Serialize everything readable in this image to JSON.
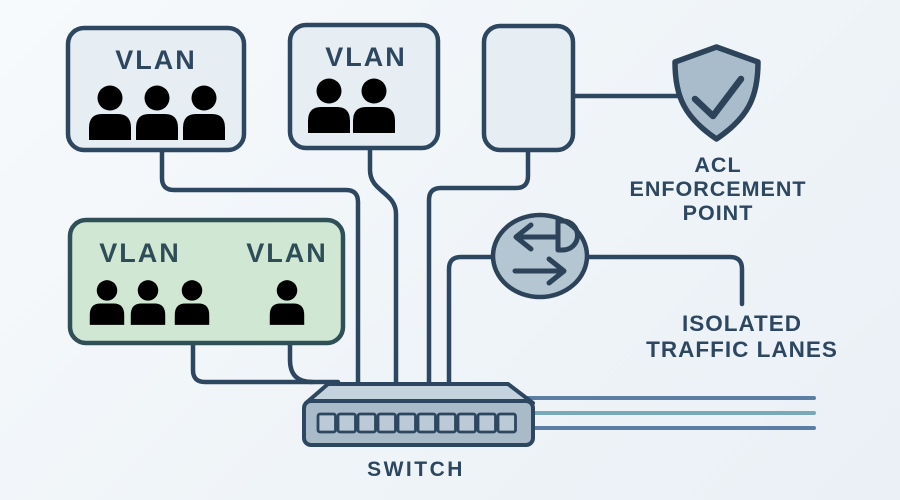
{
  "colors": {
    "outline": "#2d4760",
    "icon_outline": "#2c4359",
    "text": "#2d4760",
    "green_text": "#2e4d57",
    "box_fill": "#e6edf3",
    "green_fill": "#cfe7d3",
    "green_outline": "#305058",
    "user_fill_blue": "#b7c8d4",
    "user_fill_green": "#a7bfad",
    "shield_fill": "#a9bccb",
    "circle_fill": "#b5c6d3",
    "switch_top_fill": "#c5d3de",
    "switch_front_fill": "#a9bbc9",
    "port_fill": "#bccad7",
    "lane_blue": "#5d7ea4",
    "lane_teal": "#79a8b8"
  },
  "nodes": {
    "vlan1": {
      "label": "VLAN",
      "user_count": 3
    },
    "vlan2": {
      "label": "VLAN",
      "user_count": 2
    },
    "device": {
      "label": "",
      "user_count": 0
    },
    "vlan3": {
      "label": "VLAN",
      "user_count": 3
    },
    "vlan4": {
      "label": "VLAN",
      "user_count": 1
    },
    "switch": {
      "label": "SWITCH",
      "port_count": 10
    },
    "acl": {
      "icon": "shield-check-icon",
      "line1": "ACL",
      "line2": "ENFORCEMENT",
      "line3": "POINT"
    },
    "lanes": {
      "icon": "bidirectional-arrows-icon",
      "line1": "ISOLATED",
      "line2": "TRAFFIC LANES",
      "lane_count": 3
    }
  }
}
